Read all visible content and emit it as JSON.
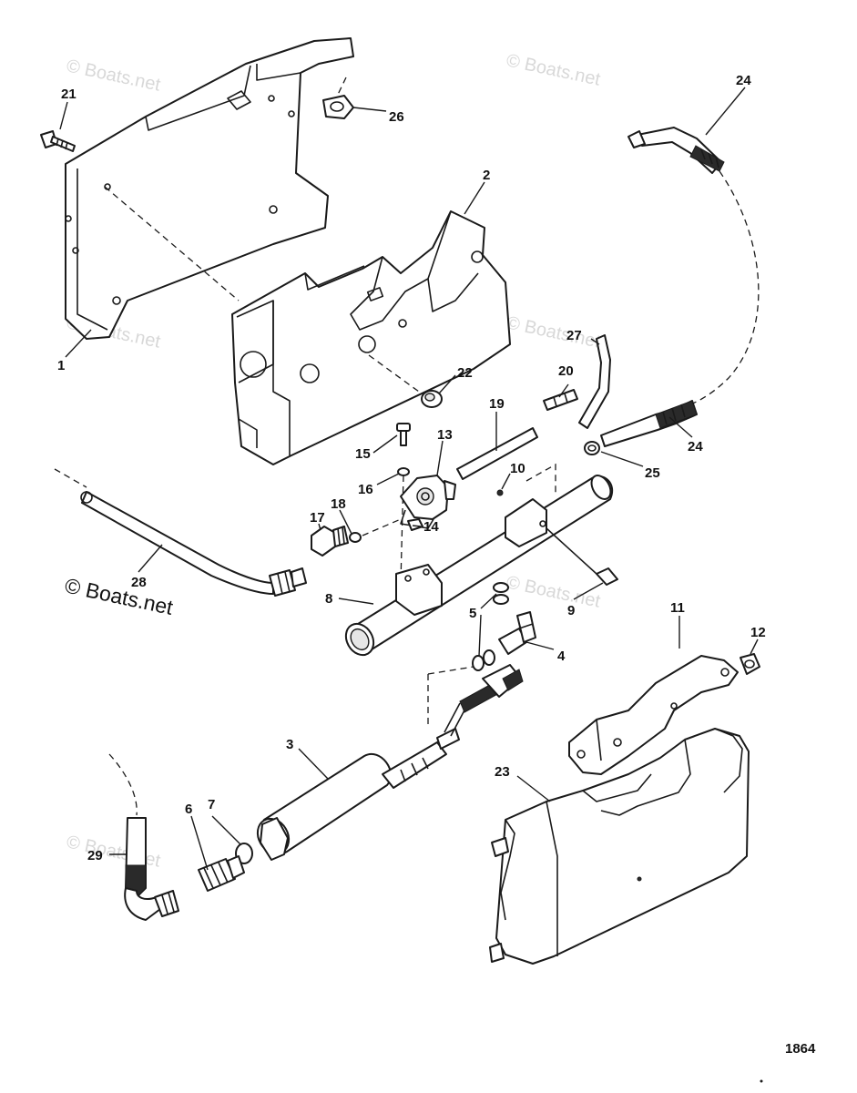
{
  "diagram": {
    "figure_number": "1864",
    "watermark": "© Boats.net",
    "callouts": {
      "c1": "1",
      "c2": "2",
      "c3": "3",
      "c4": "4",
      "c5": "5",
      "c6": "6",
      "c7": "7",
      "c8": "8",
      "c9": "9",
      "c10": "10",
      "c11": "11",
      "c12": "12",
      "c13": "13",
      "c14": "14",
      "c15": "15",
      "c16": "16",
      "c17": "17",
      "c18": "18",
      "c19": "19",
      "c20": "20",
      "c21": "21",
      "c22": "22",
      "c23": "23",
      "c24a": "24",
      "c24b": "24",
      "c25": "25",
      "c26": "26",
      "c27": "27",
      "c28": "28",
      "c29": "29"
    }
  }
}
